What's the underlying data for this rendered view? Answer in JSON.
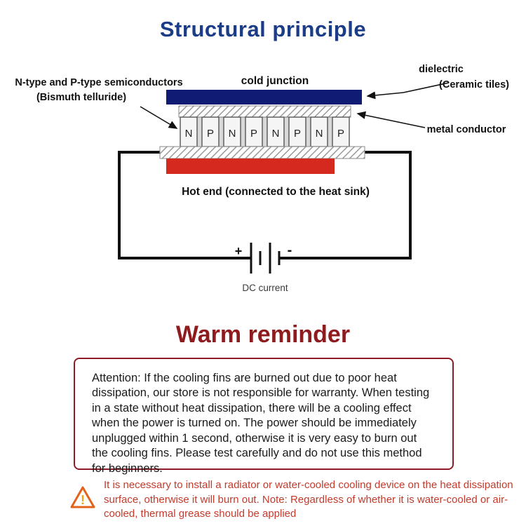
{
  "title": "Structural principle",
  "diagram": {
    "labels": {
      "cold_junction": "cold junction",
      "dielectric": "dielectric",
      "ceramic_tiles": "(Ceramic tiles)",
      "semiconductors_line1": "N-type and P-type semiconductors",
      "semiconductors_line2": "(Bismuth telluride)",
      "metal_conductor": "metal conductor",
      "hot_end": "Hot end (connected to the heat sink)",
      "plus": "+",
      "minus": "-",
      "dc_current": "DC current"
    },
    "semiconductor_sequence": [
      "N",
      "P",
      "N",
      "P",
      "N",
      "P",
      "N",
      "P"
    ],
    "colors": {
      "cold_plate_blue": "#101c74",
      "hot_plate_red": "#d5281e",
      "title_blue": "#1b3c87",
      "reminder_red": "#8e1b1e",
      "warning_red": "#c43a2b",
      "triangle_orange": "#e2631c",
      "exclamation_yellow": "#f0a30a",
      "wire_black": "#111111"
    }
  },
  "reminder": {
    "title": "Warm reminder",
    "body": "Attention: If the cooling fins are burned out due to poor heat dissipation, our store is not responsible for warranty. When testing in a state without heat dissipation, there will be a cooling effect when the power is turned on. The power should be immediately unplugged within 1 second, otherwise it is very easy to burn out the cooling fins. Please test carefully and do not use this method for beginners."
  },
  "warning": {
    "text": "It is necessary to install a radiator or water-cooled cooling device on the heat dissipation surface, otherwise it will burn out. Note: Regardless of whether it is water-cooled or air-cooled, thermal grease should be applied"
  }
}
